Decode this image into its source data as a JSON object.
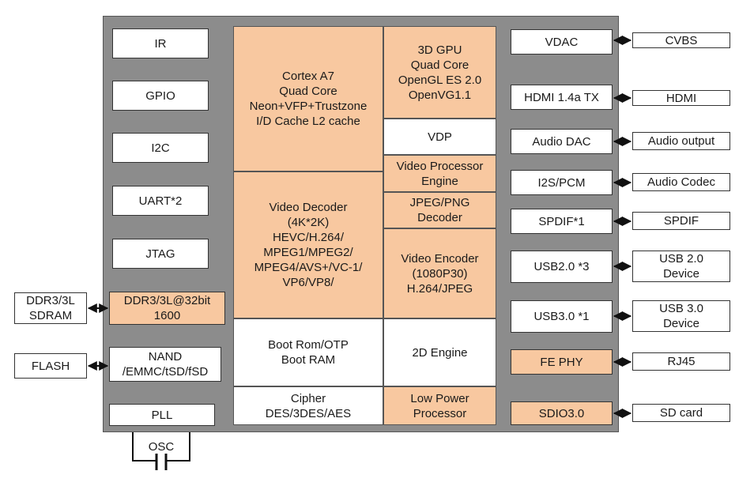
{
  "left_blocks": [
    "IR",
    "GPIO",
    "I2C",
    "UART*2",
    "JTAG"
  ],
  "ddr_block": "DDR3/3L@32bit\n1600",
  "nand_block": "NAND\n/EMMC/tSD/fSD",
  "pll_block": "PLL",
  "core_blocks": {
    "cortex": "Cortex A7\nQuad Core\nNeon+VFP+Trustzone\nI/D Cache L2 cache",
    "gpu": "3D GPU\nQuad Core\nOpenGL ES 2.0\nOpenVG1.1",
    "vdp": "VDP",
    "vpe": "Video Processor\nEngine",
    "jpeg": "JPEG/PNG\nDecoder",
    "vdec": "Video Decoder\n(4K*2K)\nHEVC/H.264/\nMPEG1/MPEG2/\nMPEG4/AVS+/VC-1/\nVP6/VP8/",
    "venc": "Video Encoder\n(1080P30)\nH.264/JPEG",
    "boot": "Boot Rom/OTP\nBoot RAM",
    "engine2d": "2D Engine",
    "cipher": "Cipher\nDES/3DES/AES",
    "lowpower": "Low Power\nProcessor"
  },
  "right_blocks": [
    "VDAC",
    "HDMI 1.4a TX",
    "Audio DAC",
    "I2S/PCM",
    "SPDIF*1",
    "USB2.0 *3",
    "USB3.0 *1",
    "FE PHY",
    "SDIO3.0"
  ],
  "external_right": [
    "CVBS",
    "HDMI",
    "Audio output",
    "Audio Codec",
    "SPDIF",
    "USB 2.0\nDevice",
    "USB 3.0\nDevice",
    "RJ45",
    "SD card"
  ],
  "external_left": [
    "DDR3/3L\nSDRAM",
    "FLASH"
  ],
  "osc_label": "OSC",
  "colors": {
    "chip": "#8c8c8c",
    "highlight": "#f8c8a0",
    "block": "#ffffff"
  }
}
